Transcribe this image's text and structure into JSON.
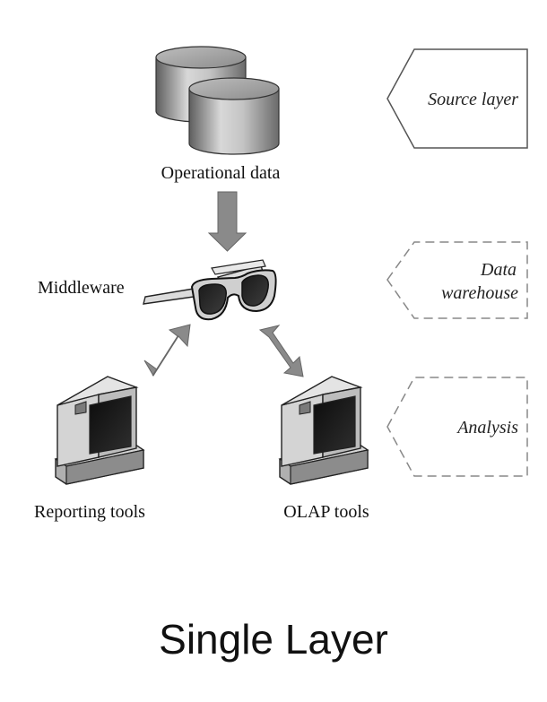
{
  "nodes": {
    "operational_data": "Operational data",
    "middleware": "Middleware",
    "reporting_tools": "Reporting tools",
    "olap_tools": "OLAP tools"
  },
  "layers": {
    "source": "Source layer",
    "data_warehouse_line1": "Data",
    "data_warehouse_line2": "warehouse",
    "analysis": "Analysis"
  },
  "title": "Single Layer",
  "colors": {
    "ink": "#111111",
    "shape_gray": "#8a8a8a",
    "dashed_border": "#888888",
    "solid_border": "#555555"
  },
  "icons": {
    "source": "database-icon",
    "middleware": "sunglasses-icon",
    "clients": "computer-icon"
  }
}
